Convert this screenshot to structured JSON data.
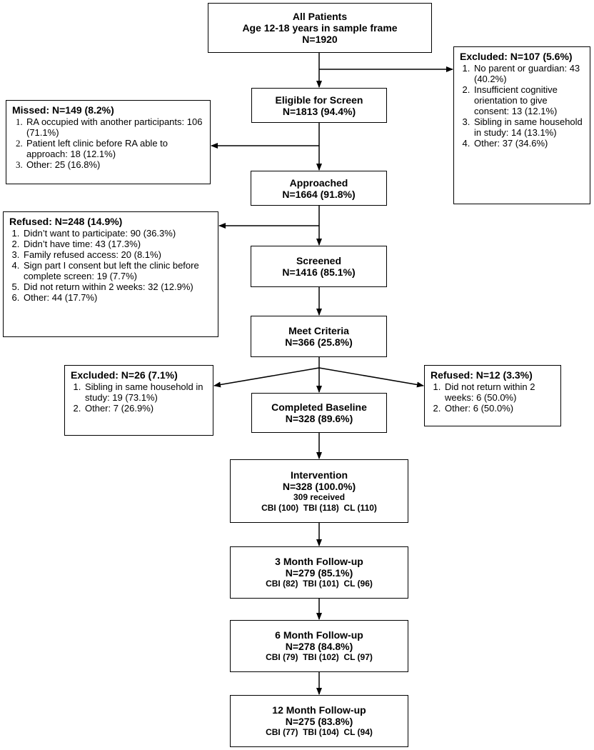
{
  "main": {
    "all_patients": {
      "line1": "All Patients",
      "line2": "Age 12-18 years in sample frame",
      "line3": "N=1920"
    },
    "eligible": {
      "line1": "Eligible for Screen",
      "line2": "N=1813 (94.4%)"
    },
    "approached": {
      "line1": "Approached",
      "line2": "N=1664 (91.8%)"
    },
    "screened": {
      "line1": "Screened",
      "line2": "N=1416 (85.1%)"
    },
    "meet_criteria": {
      "line1": "Meet Criteria",
      "line2": "N=366 (25.8%)"
    },
    "baseline": {
      "line1": "Completed Baseline",
      "line2": "N=328 (89.6%)"
    },
    "intervention": {
      "line1": "Intervention",
      "line2": "N=328 (100.0%)",
      "line3": "309 received",
      "line4": "CBI (100)  TBI (118)  CL (110)"
    },
    "followup_3": {
      "line1": "3 Month Follow-up",
      "line2": "N=279 (85.1%)",
      "line3": "CBI (82)  TBI (101)  CL (96)"
    },
    "followup_6": {
      "line1": "6 Month Follow-up",
      "line2": "N=278 (84.8%)",
      "line3": "CBI (79)  TBI (102)  CL (97)"
    },
    "followup_12": {
      "line1": "12 Month Follow-up",
      "line2": "N=275 (83.8%)",
      "line3": "CBI (77)  TBI (104)  CL (94)"
    }
  },
  "side": {
    "excluded_1": {
      "header": "Excluded: N=107 (5.6%)",
      "items": [
        "No parent or guardian: 43 (40.2%)",
        "Insufficient cognitive orientation to give consent: 13 (12.1%)",
        "Sibling in same household in study: 14 (13.1%)",
        "Other: 37 (34.6%)"
      ]
    },
    "missed": {
      "header": "Missed: N=149 (8.2%)",
      "items": [
        "RA occupied with another participants: 106 (71.1%)",
        "Patient left clinic before RA able to approach: 18 (12.1%)",
        "Other: 25 (16.8%)"
      ]
    },
    "refused_1": {
      "header": "Refused: N=248 (14.9%)",
      "items": [
        "Didn’t want to participate: 90 (36.3%)",
        "Didn’t have time: 43 (17.3%)",
        "Family refused access: 20 (8.1%)",
        "Sign part I consent but left the clinic before complete screen: 19 (7.7%)",
        "Did not return within 2 weeks: 32 (12.9%)",
        "Other: 44 (17.7%)"
      ]
    },
    "excluded_2": {
      "header": "Excluded: N=26 (7.1%)",
      "items": [
        "Sibling in same household in study: 19 (73.1%)",
        "Other: 7 (26.9%)"
      ]
    },
    "refused_2": {
      "header": "Refused: N=12 (3.3%)",
      "items": [
        "Did not return within 2 weeks: 6 (50.0%)",
        "Other: 6 (50.0%)"
      ]
    }
  }
}
